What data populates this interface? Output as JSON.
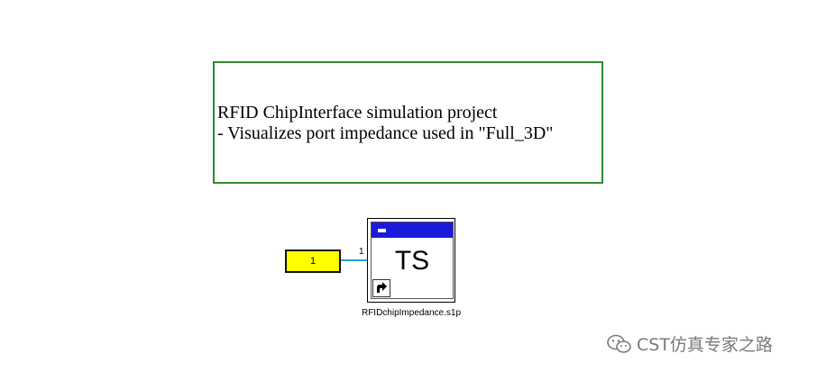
{
  "annotation": {
    "line1": "RFID ChipInterface simulation project",
    "line2": "- Visualizes port impedance used in \"Full_3D\""
  },
  "port": {
    "label": "1",
    "pin_number": "1"
  },
  "touchstone_block": {
    "label": "TS",
    "caption": "RFIDchipImpedance.s1p"
  },
  "watermark": {
    "text": "CST仿真专家之路"
  },
  "colors": {
    "annotation_border": "#2e8b2e",
    "port_fill": "#ffff00",
    "wire": "#2a9fd6",
    "block_titlebar": "#1a1adb"
  },
  "icons": {
    "shortcut": "shortcut-arrow-icon",
    "watermark": "wechat-icon"
  }
}
